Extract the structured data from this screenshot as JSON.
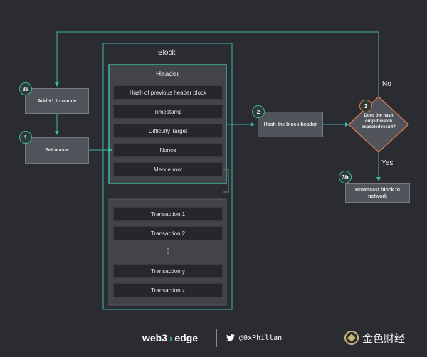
{
  "block": {
    "title": "Block",
    "header_title": "Header",
    "header_fields": [
      "Hash of previous header block",
      "Timestamp",
      "Difficulty Target",
      "Nonce",
      "Merkle root"
    ],
    "transactions": [
      "Transaction 1",
      "Transaction 2",
      "⋮",
      "Transaction y",
      "Transaction z"
    ]
  },
  "steps": {
    "add_nonce": {
      "badge": "3a",
      "label": "Add +1 to nonce"
    },
    "set_nonce": {
      "badge": "1",
      "label": "Set nonce"
    },
    "hash_header": {
      "badge": "2",
      "label": "Hash the block header"
    },
    "check": {
      "badge": "3",
      "label": "Does the hash output match expected result?"
    },
    "broadcast": {
      "badge": "3b",
      "label": "Broadcast block to network"
    }
  },
  "branches": {
    "no": "No",
    "yes": "Yes"
  },
  "footer": {
    "brand_left": "web3",
    "brand_right": "edge",
    "twitter_handle": "@0xPhillan",
    "watermark": "金色财经"
  },
  "colors": {
    "background": "#2a2c31",
    "accent_green": "#3db8a0",
    "accent_orange": "#e37a4e",
    "box_fill": "#52545b",
    "field_fill": "#26272c"
  }
}
